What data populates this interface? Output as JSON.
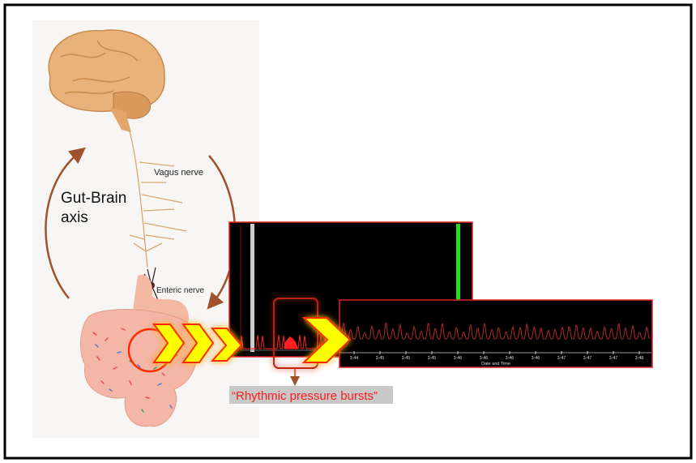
{
  "figure": {
    "axis_title": [
      "Gut-Brain",
      "axis"
    ],
    "vagus_label": "Vagus nerve",
    "enteric_label": "Enteric nerve",
    "callout": "“Rhythmic pressure bursts”"
  },
  "zoom_chart": {
    "x_ticks": [
      "3:44",
      "3:45",
      "3:45",
      "3:45",
      "3:46",
      "3:46",
      "3:46",
      "3:46",
      "3:47",
      "3:47",
      "3:47",
      "3:48"
    ],
    "xlabel": "Date and Time"
  },
  "colors": {
    "brain": "#e8b27a",
    "arrow": "#a0522d",
    "chevron": "#ffff00",
    "highlight": "#ff2a00",
    "trace": "#c0392b",
    "marker_green": "#22dd22"
  }
}
